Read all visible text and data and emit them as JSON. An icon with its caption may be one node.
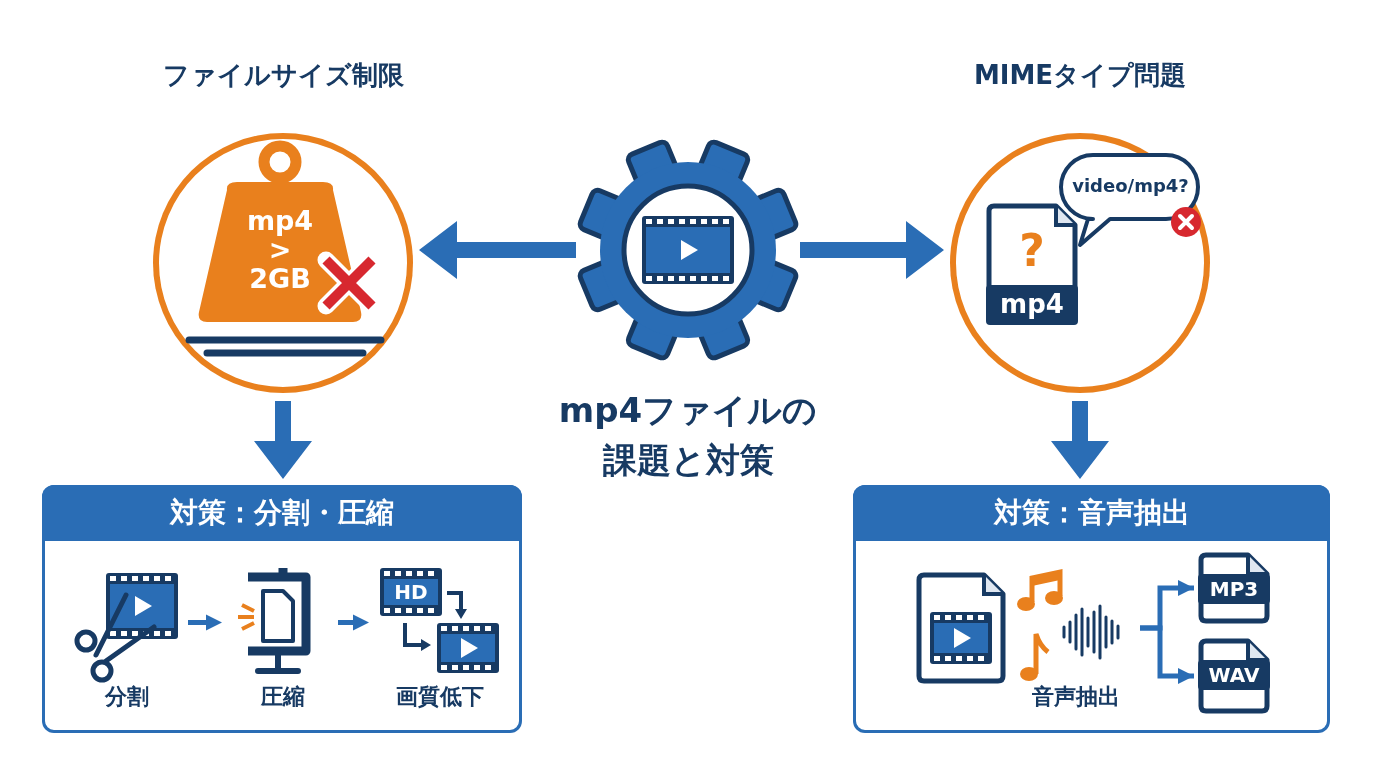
{
  "diagram": {
    "nodes": [
      {
        "text": [
          "ファイルサイズ制限"
        ]
      },
      {
        "text": [
          "mp4 > 2GB"
        ],
        "in": 0
      },
      {
        "text": [],
        "shape": "gear",
        "beside": [
          "mp4ファイルの課題と対策"
        ]
      },
      {
        "text": [
          "MIMEタイプ問題"
        ]
      },
      {
        "text": [
          "video/mp4?"
        ],
        "in": 3
      },
      {
        "text": [
          "?",
          "mp4"
        ],
        "in": 3
      },
      {
        "text": [
          "対策：分割・圧縮"
        ]
      },
      {
        "text": [
          "分割"
        ],
        "in": 6
      },
      {
        "text": [
          "圧縮"
        ],
        "in": 6
      },
      {
        "text": [
          "HD",
          "画質低下"
        ],
        "in": 6
      },
      {
        "text": [
          "対策：音声抽出"
        ]
      },
      {
        "text": [
          "音声抽出"
        ],
        "in": 10
      },
      {
        "text": [
          "MP3"
        ],
        "in": 10
      },
      {
        "text": [
          "WAV"
        ],
        "in": 10
      }
    ],
    "edges": [
      {
        "from": 2,
        "to": 0,
        "arrow": "to",
        "style": "thick"
      },
      {
        "from": 2,
        "to": 3,
        "arrow": "to",
        "style": "thick"
      },
      {
        "from": 0,
        "to": 6,
        "arrow": "to",
        "style": "thick"
      },
      {
        "from": 3,
        "to": 10,
        "arrow": "to",
        "style": "thick"
      },
      {
        "from": 7,
        "to": 8,
        "arrow": "to"
      },
      {
        "from": 8,
        "to": 9,
        "arrow": "to"
      },
      {
        "from": 11,
        "to": 12,
        "arrow": "to"
      },
      {
        "from": 11,
        "to": 13,
        "arrow": "to"
      }
    ]
  }
}
